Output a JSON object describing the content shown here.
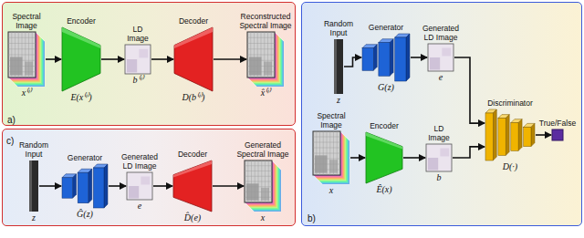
{
  "diagram": {
    "nodes": [
      {
        "text": [
          "a)"
        ]
      },
      {
        "text": [
          "Spectral Image",
          "x⁽ⁱ⁾"
        ],
        "in": 0
      },
      {
        "text": [
          "Encoder",
          "E(x⁽ⁱ⁾)"
        ],
        "in": 0
      },
      {
        "text": [
          "LD Image",
          "b⁽ⁱ⁾"
        ],
        "in": 0
      },
      {
        "text": [
          "Decoder",
          "D(b⁽ⁱ⁾)"
        ],
        "in": 0
      },
      {
        "text": [
          "Reconstructed Spectral Image",
          "x̂⁽ⁱ⁾"
        ],
        "in": 0
      },
      {
        "text": [
          "b)"
        ]
      },
      {
        "text": [
          "Random Input",
          "z"
        ],
        "in": 6
      },
      {
        "text": [
          "Generator",
          "G(z)"
        ],
        "in": 6
      },
      {
        "text": [
          "Generated LD Image",
          "e"
        ],
        "in": 6
      },
      {
        "text": [
          "Discriminator",
          "D(·)"
        ],
        "in": 6
      },
      {
        "text": [
          "True/False"
        ],
        "in": 6
      },
      {
        "text": [
          "Spectral Image",
          "x"
        ],
        "in": 6
      },
      {
        "text": [
          "Encoder",
          "Ê(x)"
        ],
        "in": 6
      },
      {
        "text": [
          "LD Image",
          "b"
        ],
        "in": 6
      },
      {
        "text": [
          "c)"
        ]
      },
      {
        "text": [
          "Random Input",
          "z"
        ],
        "in": 15
      },
      {
        "text": [
          "Generator",
          "Ĝ(z)"
        ],
        "in": 15
      },
      {
        "text": [
          "Generated LD Image",
          "e"
        ],
        "in": 15
      },
      {
        "text": [
          "Decoder",
          "D̂(e)"
        ],
        "in": 15
      },
      {
        "text": [
          "Generated Spectral Image",
          "x"
        ],
        "in": 15
      }
    ],
    "edges": [
      {
        "from": 1,
        "to": 2,
        "arrow": "to"
      },
      {
        "from": 2,
        "to": 3,
        "arrow": "to"
      },
      {
        "from": 3,
        "to": 4,
        "arrow": "to"
      },
      {
        "from": 4,
        "to": 5,
        "arrow": "to"
      },
      {
        "from": 7,
        "to": 8,
        "arrow": "to"
      },
      {
        "from": 8,
        "to": 9,
        "arrow": "to"
      },
      {
        "from": 9,
        "to": 10,
        "arrow": "to"
      },
      {
        "from": 12,
        "to": 13,
        "arrow": "to"
      },
      {
        "from": 13,
        "to": 14,
        "arrow": "to"
      },
      {
        "from": 14,
        "to": 10,
        "arrow": "to"
      },
      {
        "from": 10,
        "to": 11,
        "arrow": "to"
      },
      {
        "from": 16,
        "to": 17,
        "arrow": "to"
      },
      {
        "from": 17,
        "to": 18,
        "arrow": "to"
      },
      {
        "from": 18,
        "to": 19,
        "arrow": "to"
      },
      {
        "from": 19,
        "to": 20,
        "arrow": "to"
      }
    ]
  }
}
